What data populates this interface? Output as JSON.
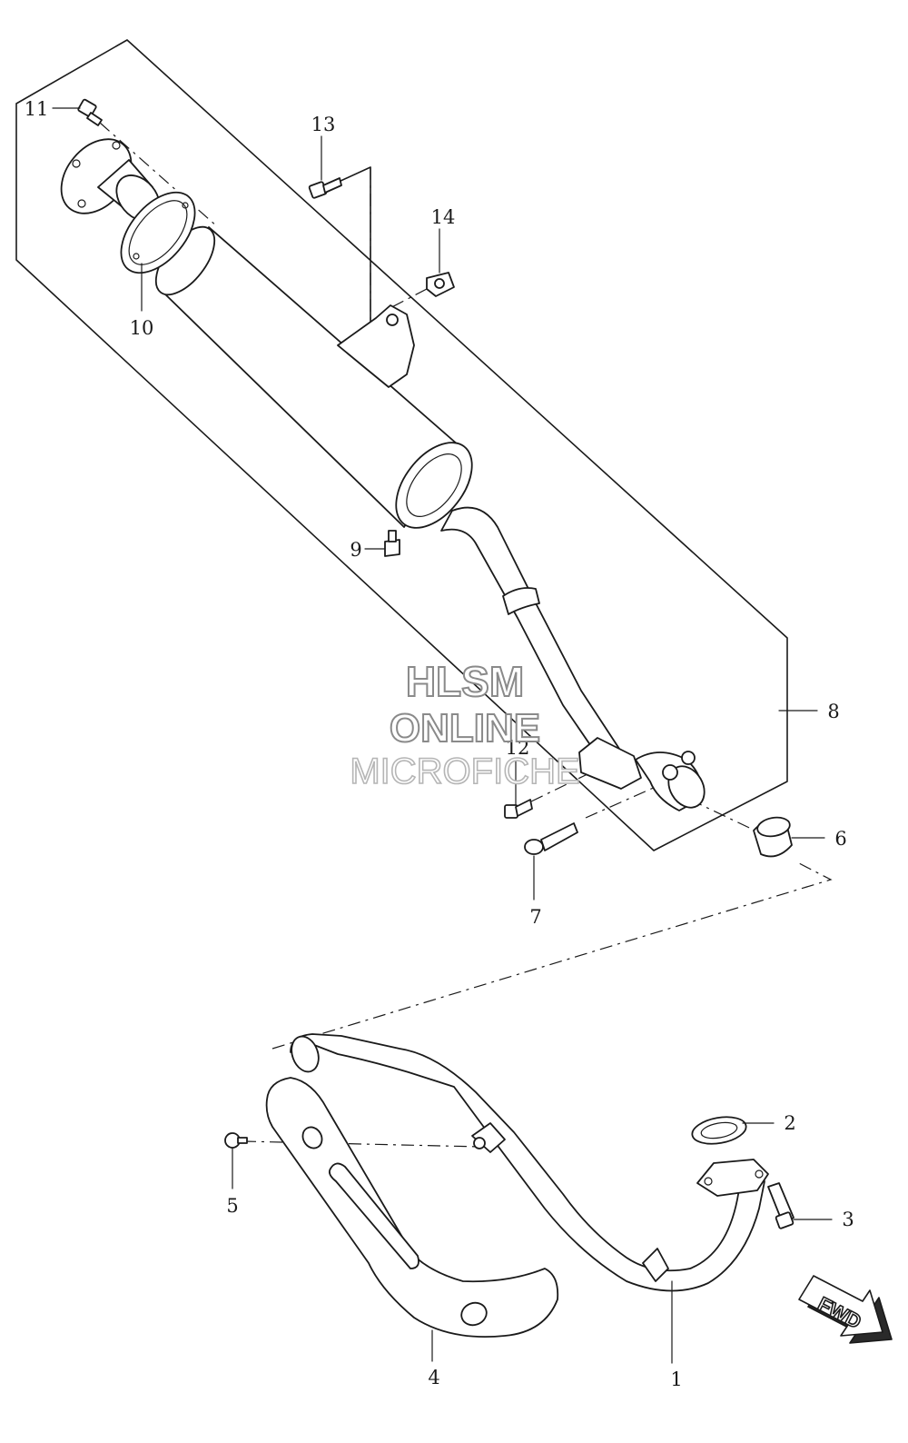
{
  "callouts": [
    "1",
    "2",
    "3",
    "4",
    "5",
    "6",
    "7",
    "8",
    "9",
    "10",
    "11",
    "12",
    "13",
    "14"
  ],
  "watermark": {
    "line1": "HLSM",
    "line2": "ONLINE",
    "line3": "MICROFICHE"
  },
  "direction_label": "FWD"
}
